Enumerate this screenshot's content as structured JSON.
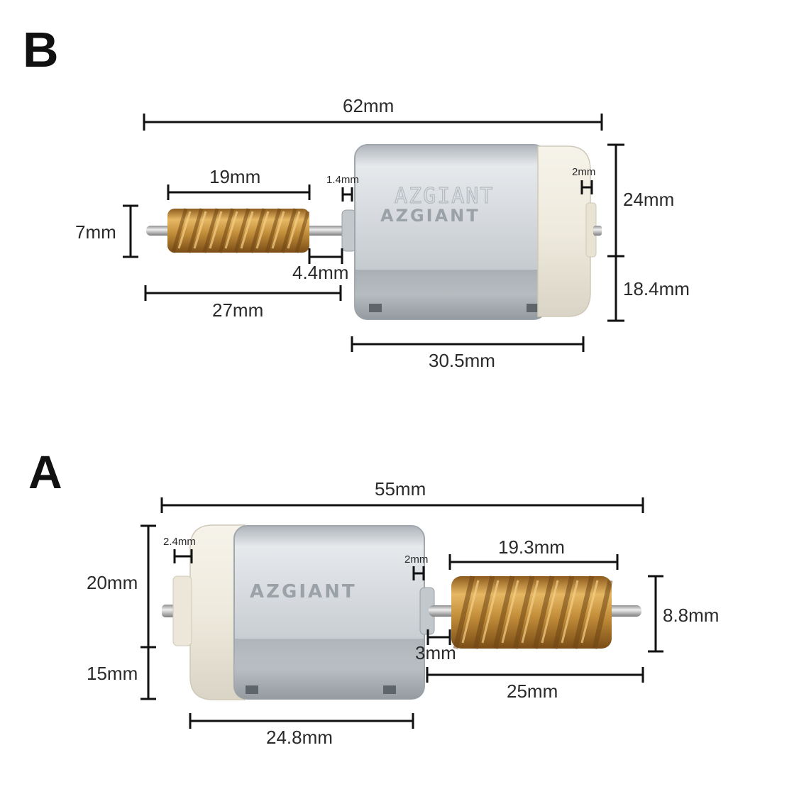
{
  "colors": {
    "background": "#ffffff",
    "dimension_line": "#111111",
    "metal_can": "#c9ced3",
    "plastic_cap": "#eeeadf",
    "brass_worm": "#c48f3b",
    "shaft": "#c8c8c8"
  },
  "motor_b": {
    "label": "B",
    "brand": "AZGIANT",
    "engraved_text": "AZGIANT",
    "dims": {
      "overall_length": "62mm",
      "worm_length": "19mm",
      "shaft_gap": "1.4mm",
      "cap_boss": "2mm",
      "height_upper": "24mm",
      "worm_diameter": "7mm",
      "worm_offset": "4.4mm",
      "shaft_length": "27mm",
      "height_lower": "18.4mm",
      "body_length": "30.5mm"
    }
  },
  "motor_a": {
    "label": "A",
    "brand": "AZGIANT",
    "dims": {
      "overall_length": "55mm",
      "cap_boss": "2.4mm",
      "shaft_gap": "2mm",
      "worm_length": "19.3mm",
      "height_upper": "20mm",
      "worm_diameter": "8.8mm",
      "worm_offset": "3mm",
      "height_lower": "15mm",
      "shaft_length": "25mm",
      "body_length": "24.8mm"
    }
  }
}
